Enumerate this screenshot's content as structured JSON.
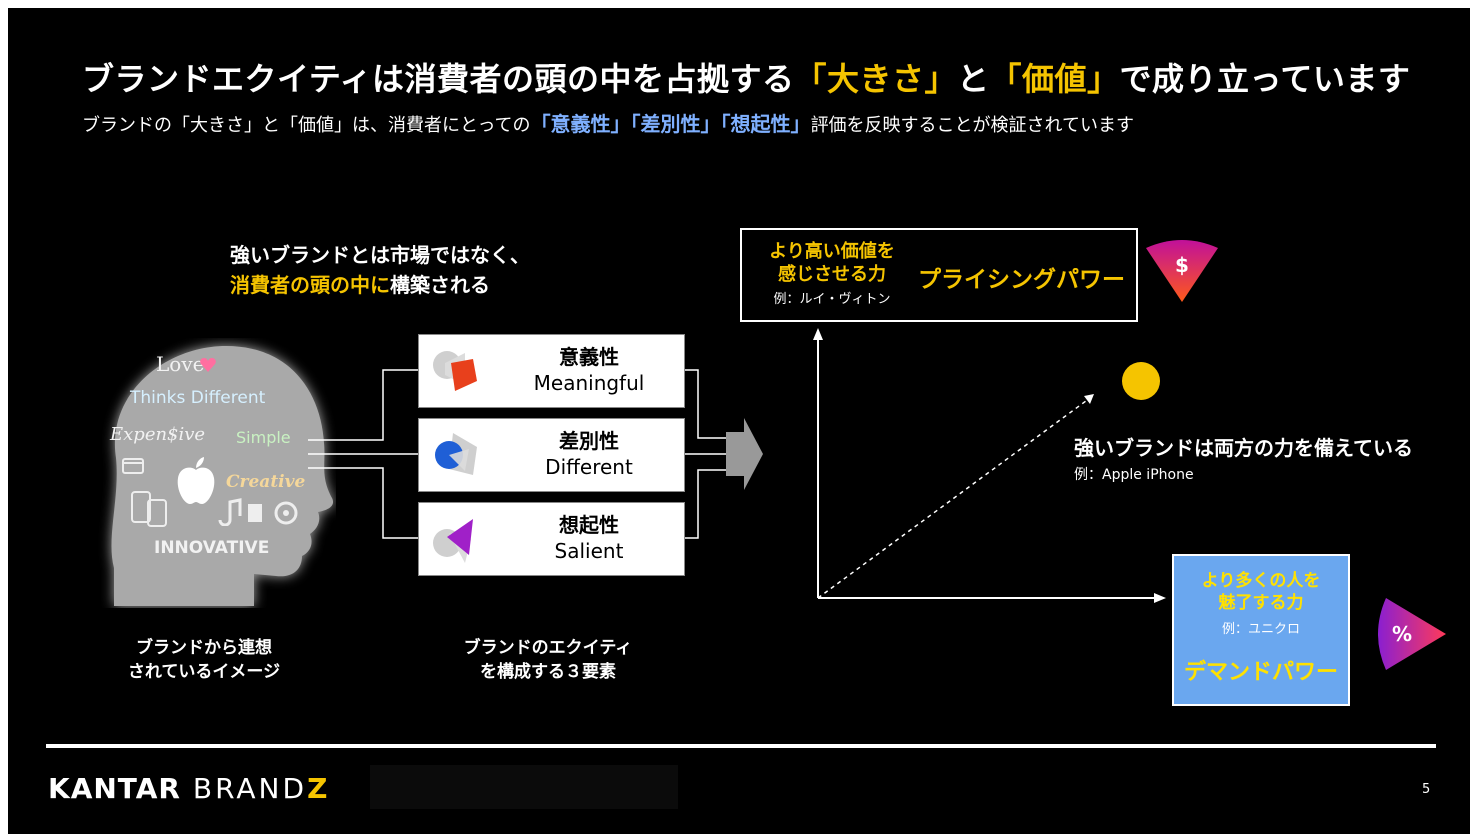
{
  "title": {
    "part1": "ブランドエクイティは消費者の頭の中を占拠する",
    "highlight1": "「大きさ」",
    "part2": "と",
    "highlight2": "「価値」",
    "part3": "で成り立っています"
  },
  "subtitle": {
    "part1": "ブランドの「大きさ」と「価値」は、消費者にとっての",
    "highlight": "「意義性」「差別性」「想起性」",
    "part2": "評価を反映することが検証されています"
  },
  "left_caption": {
    "line1": "強いブランドとは市場ではなく、",
    "line2_highlight": "消費者の頭の中に",
    "line2_rest": "構築される"
  },
  "head_words": {
    "love": "Love",
    "thinks_different": "Thinks Different",
    "expensive": "Expen$ive",
    "simple": "Simple",
    "creative": "Creative",
    "innovative": "INNOVATIVE"
  },
  "elements": [
    {
      "jp": "意義性",
      "en": "Meaningful",
      "color": "#e8401c"
    },
    {
      "jp": "差別性",
      "en": "Different",
      "color": "#1f5fd6"
    },
    {
      "jp": "想起性",
      "en": "Salient",
      "color": "#a020c8"
    }
  ],
  "bottom_labels": {
    "associations_line1": "ブランドから連想",
    "associations_line2": "されているイメージ",
    "elements_line1": "ブランドのエクイティ",
    "elements_line2": "を構成する３要素"
  },
  "pricing_power": {
    "sub_line1": "より高い価値を",
    "sub_line2": "感じさせる力",
    "example": "例：ルイ・ヴィトン",
    "title": "プライシングパワー",
    "icon_symbol": "$"
  },
  "demand_power": {
    "sub_line1": "より多くの人を",
    "sub_line2": "魅了する力",
    "example": "例：ユニクロ",
    "title": "デマンドパワー",
    "icon_symbol": "%"
  },
  "strong_brand": {
    "label": "強いブランドは両方の力を備えている",
    "example": "例：Apple iPhone"
  },
  "footer": {
    "logo_kantar": "KANTAR",
    "logo_brand": "BRAND",
    "logo_z": "Z",
    "page_number": "5"
  },
  "colors": {
    "accent_yellow": "#f5c400",
    "accent_blue": "#7fb0ff",
    "demand_box": "#6aa7ef"
  }
}
